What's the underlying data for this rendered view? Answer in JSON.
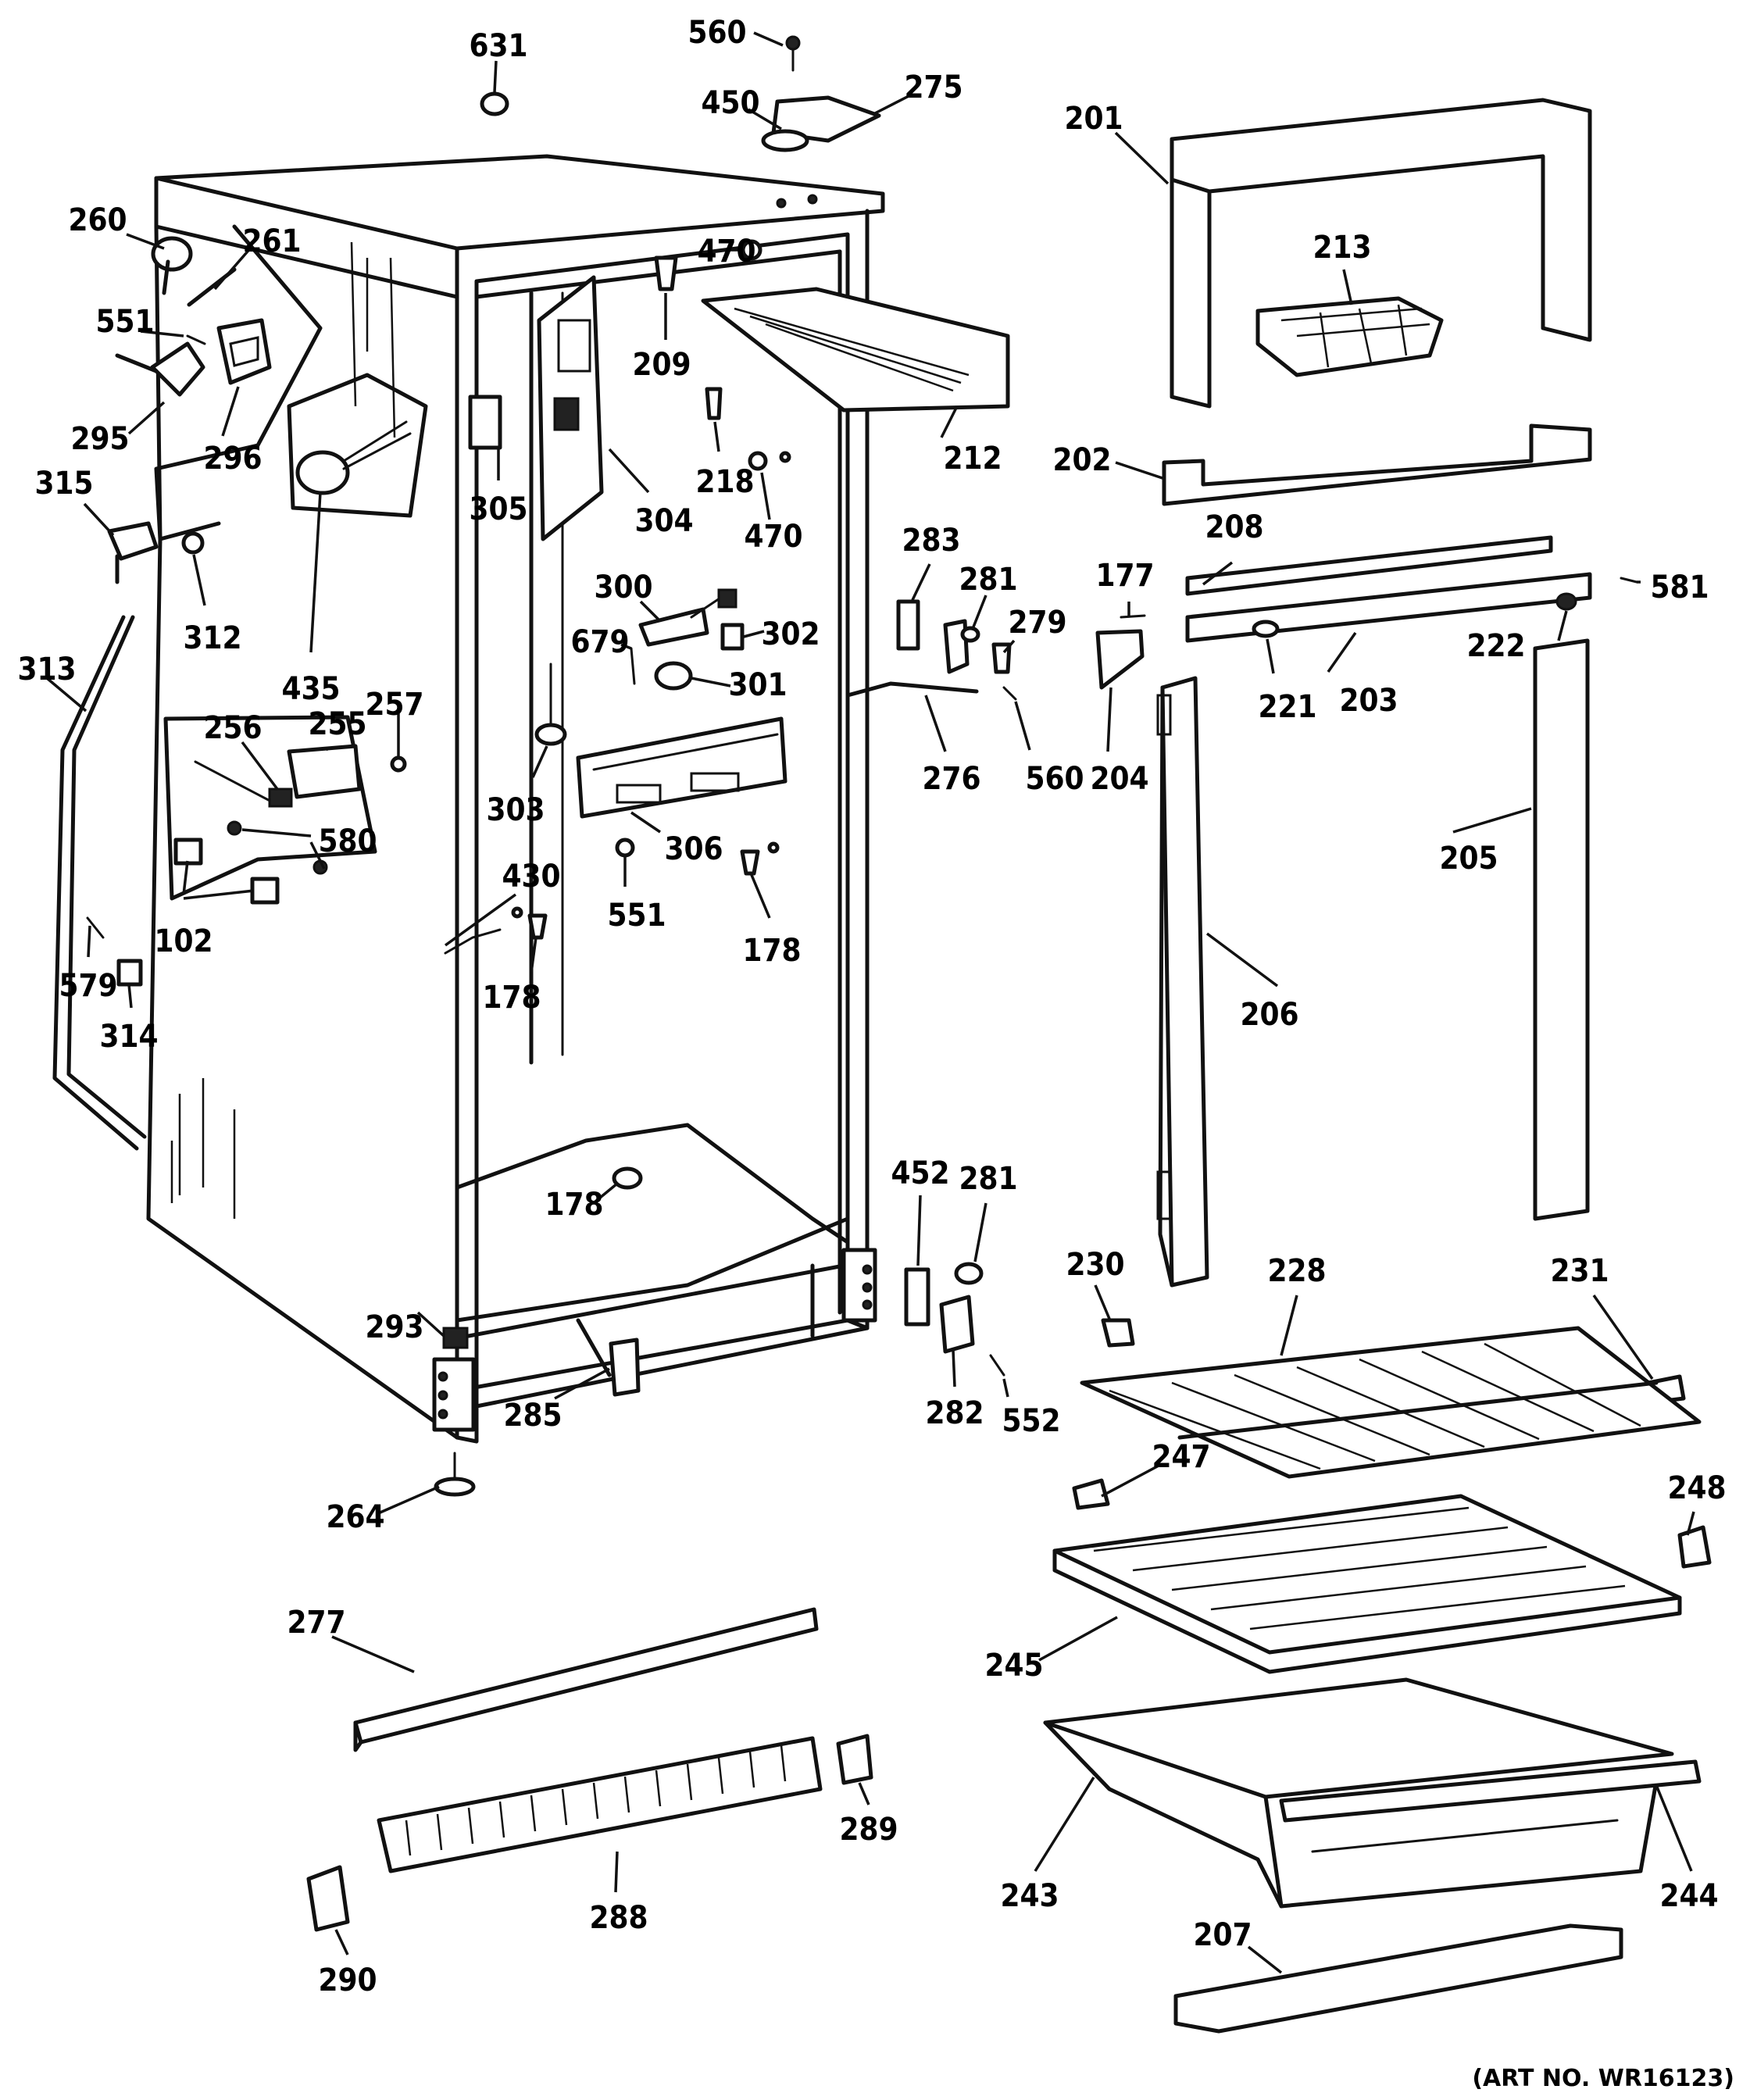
{
  "art_number": "(ART NO. WR16123)",
  "labels": [
    "631",
    "560",
    "450",
    "275",
    "201",
    "260",
    "261",
    "551",
    "295",
    "296",
    "209",
    "470",
    "212",
    "218",
    "213",
    "315",
    "305",
    "304",
    "470",
    "202",
    "312",
    "208",
    "283",
    "177",
    "581",
    "313",
    "300",
    "281",
    "279",
    "222",
    "435",
    "679",
    "302",
    "301",
    "221",
    "203",
    "257",
    "256",
    "255",
    "276",
    "560",
    "204",
    "303",
    "580",
    "306",
    "205",
    "102",
    "430",
    "551",
    "178",
    "206",
    "579",
    "314",
    "178",
    "452",
    "281",
    "178",
    "230",
    "228",
    "231",
    "293",
    "285",
    "282",
    "552",
    "247",
    "248",
    "264",
    "277",
    "245",
    "289",
    "243",
    "244",
    "288",
    "290",
    "207"
  ]
}
